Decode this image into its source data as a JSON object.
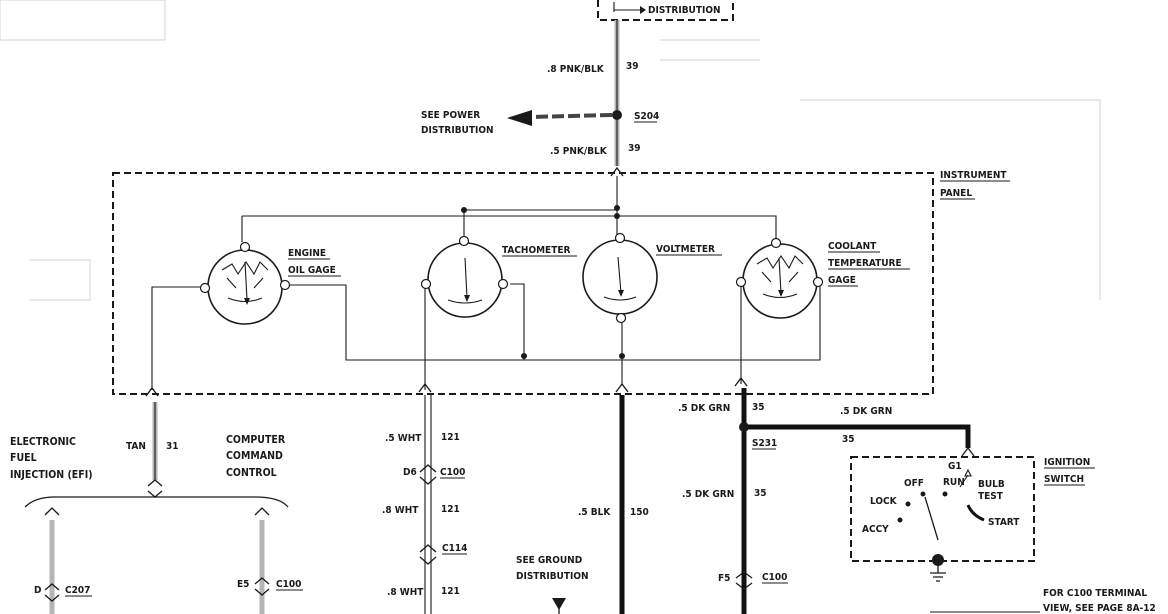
{
  "labels": {
    "distribution_top": "DISTRIBUTION",
    "see_power_1": "SEE POWER",
    "see_power_2": "DISTRIBUTION",
    "instrument_panel_1": "INSTRUMENT",
    "instrument_panel_2": "PANEL",
    "engine_oil_1": "ENGINE",
    "engine_oil_2": "OIL GAGE",
    "tachometer": "TACHOMETER",
    "voltmeter": "VOLTMETER",
    "coolant_1": "COOLANT",
    "coolant_2": "TEMPERATURE",
    "coolant_3": "GAGE",
    "efi_1": "ELECTRONIC",
    "efi_2": "FUEL",
    "efi_3": "INJECTION (EFI)",
    "ccc_1": "COMPUTER",
    "ccc_2": "COMMAND",
    "ccc_3": "CONTROL",
    "ignition_1": "IGNITION",
    "ignition_2": "SWITCH",
    "see_ground_1": "SEE GROUND",
    "see_ground_2": "DISTRIBUTION",
    "c100_note_1": "FOR C100 TERMINAL",
    "c100_note_2": "VIEW, SEE PAGE 8A-12"
  },
  "wires": {
    "top_gauge": ".8 PNK/BLK",
    "top_circuit": "39",
    "mid_gauge": ".5 PNK/BLK",
    "mid_circuit": "39",
    "tan": "TAN",
    "tan_circuit": "31",
    "wht1": ".5 WHT",
    "wht1_circuit": "121",
    "wht2": ".8 WHT",
    "wht2_circuit": "121",
    "wht3": ".8 WHT",
    "wht3_circuit": "121",
    "blk": ".5 BLK",
    "blk_circuit": "150",
    "dkgrn1": ".5 DK GRN",
    "dkgrn1_circuit": "35",
    "dkgrn2": ".5 DK GRN",
    "dkgrn2_circuit": "35",
    "dkgrn_top": ".5 DK GRN",
    "dkgrn_top_circuit": "35"
  },
  "splices": {
    "s204": "S204",
    "s231": "S231"
  },
  "connectors": {
    "d6": "D6",
    "c100_a": "C100",
    "c114": "C114",
    "d": "D",
    "c207": "C207",
    "e5": "E5",
    "c100_b": "C100",
    "f5": "F5",
    "c100_c": "C100"
  },
  "ignition": {
    "g1": "G1",
    "off": "OFF",
    "run": "RUN",
    "bulb": "BULB",
    "test": "TEST",
    "lock": "LOCK",
    "accy": "ACCY",
    "start": "START"
  }
}
